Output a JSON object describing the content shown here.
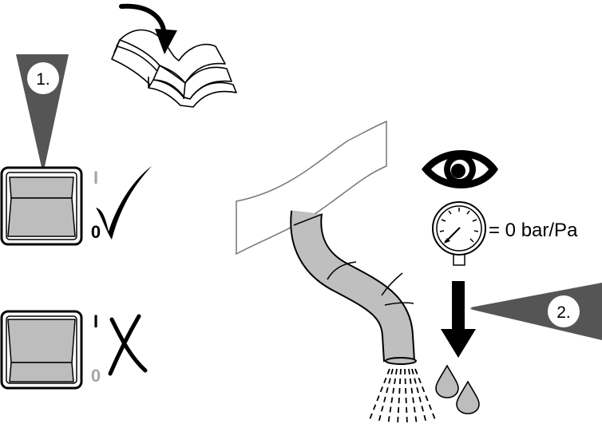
{
  "steps": {
    "step1": "1.",
    "step2": "2."
  },
  "switch_on": {
    "on_mark": "I",
    "off_mark": "0",
    "result": "check"
  },
  "switch_off": {
    "on_mark": "I",
    "off_mark": "0",
    "result": "cross"
  },
  "gauge": {
    "reading": "= 0 bar/Pa"
  },
  "icons": [
    "manual-book-icon",
    "eye-icon",
    "pressure-gauge-icon",
    "down-arrow-icon",
    "water-drops-icon",
    "spray-icon",
    "check-icon",
    "cross-icon"
  ],
  "colors": {
    "pointer": "#555555",
    "switch_face": "#bdbdbd",
    "hose": "#bfbfbf",
    "inactive_mark": "#a6a6a6",
    "ink": "#000000"
  }
}
